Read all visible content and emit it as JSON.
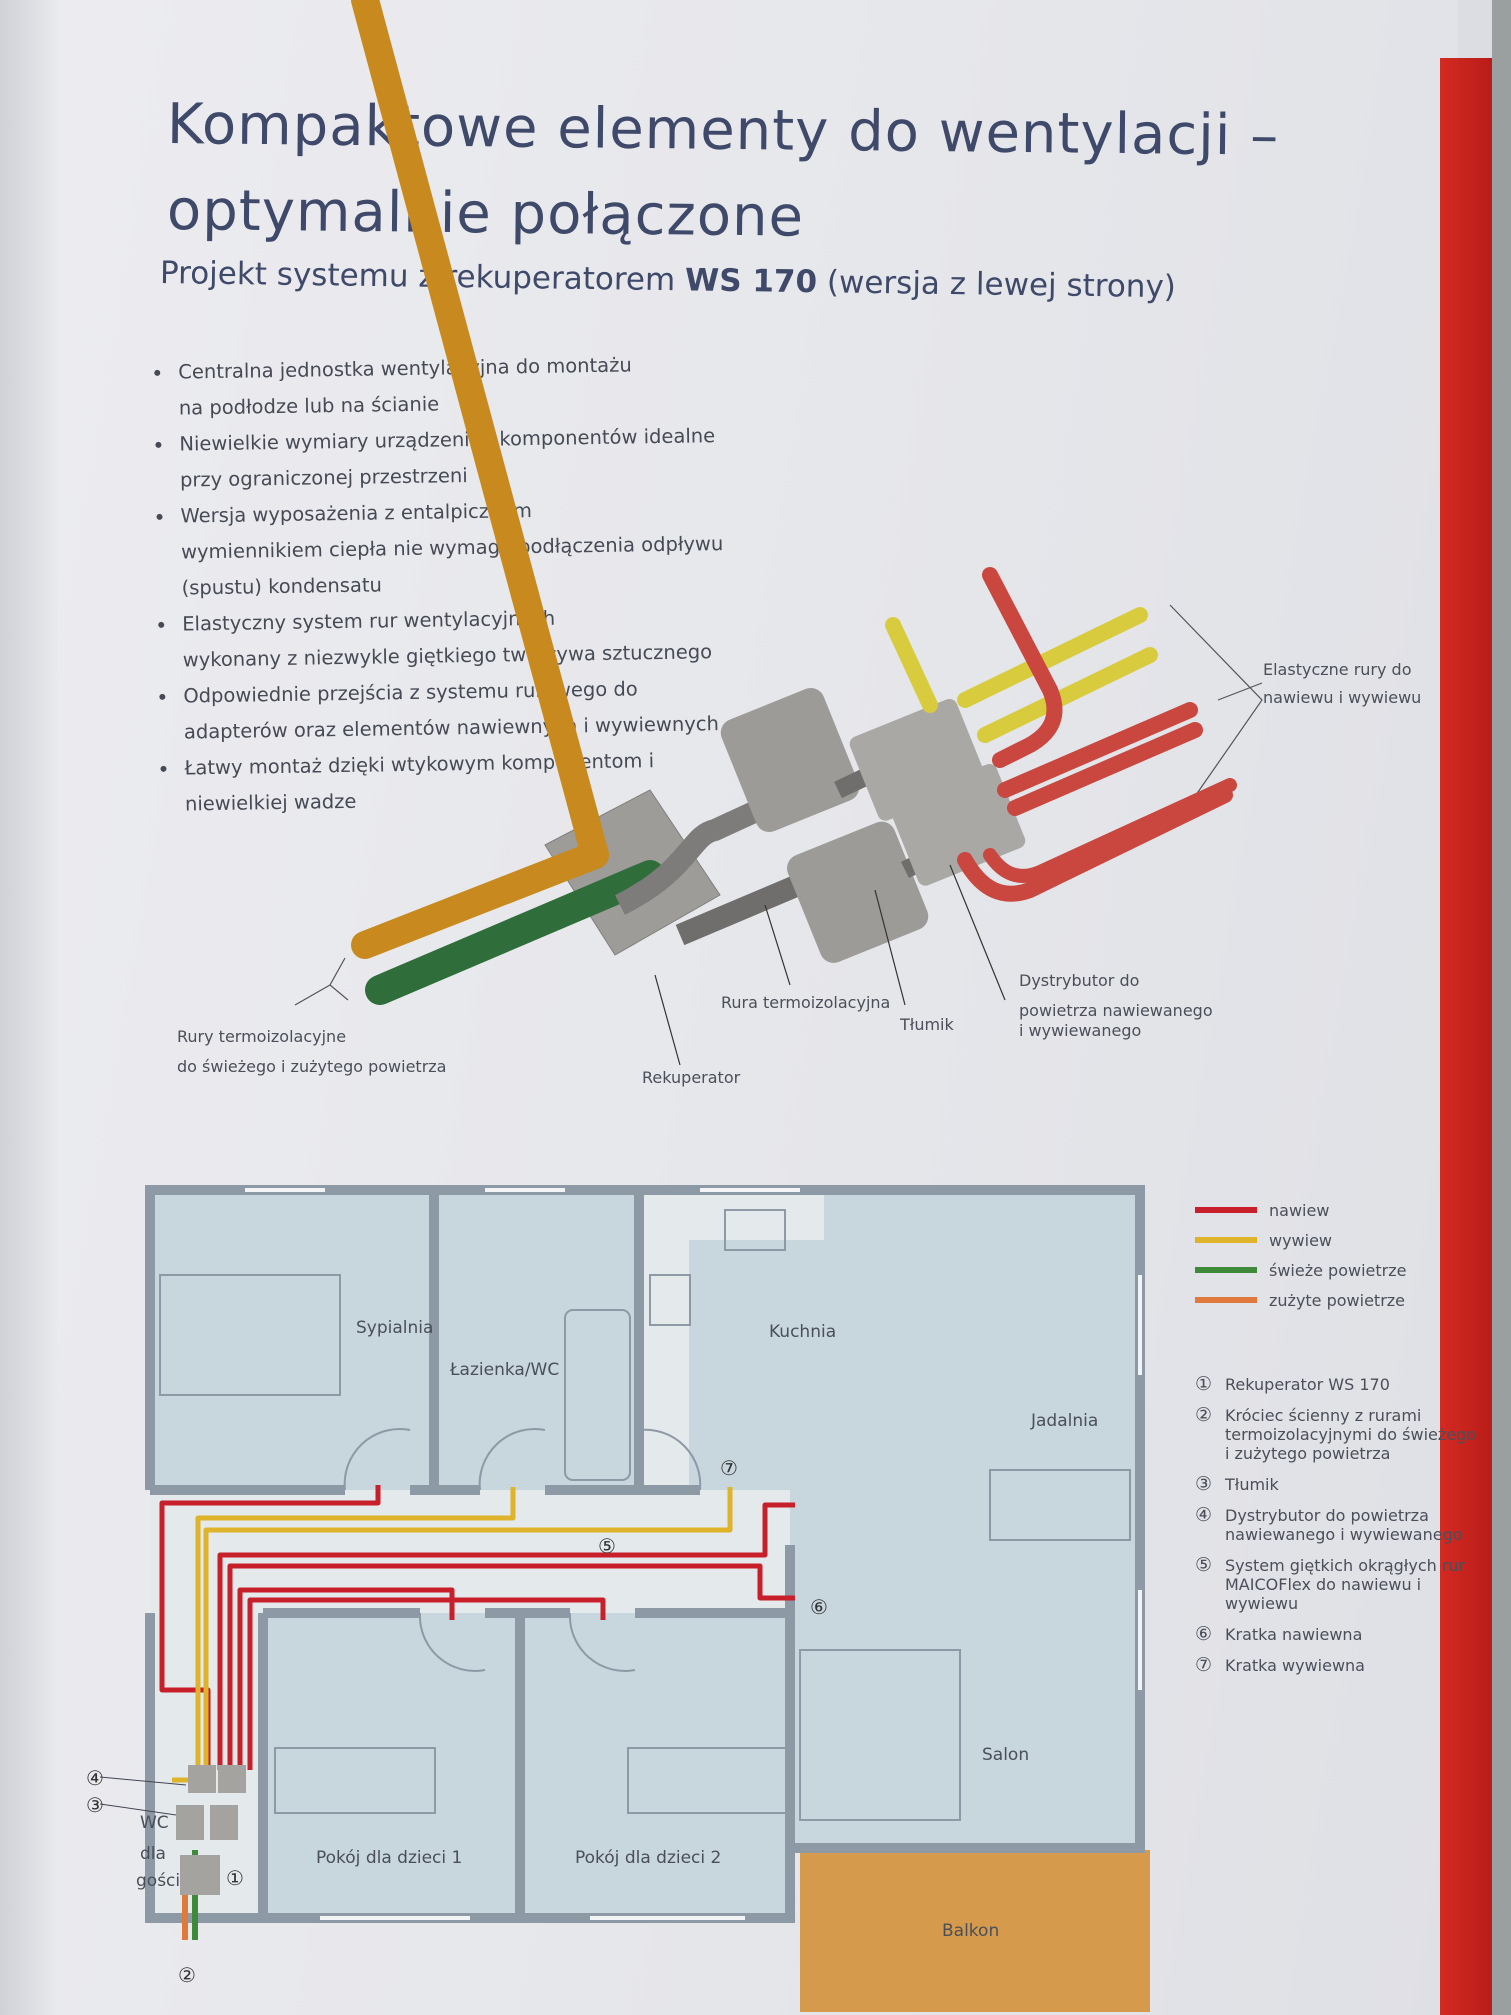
{
  "title": {
    "line1": "Kompaktowe elementy do wentylacji –",
    "line2": "optymalnie połączone"
  },
  "subtitle": {
    "prefix": "Projekt systemu z rekuperatorem ",
    "model": "WS 170",
    "suffix": " (wersja z lewej strony)"
  },
  "bullets": [
    {
      "lines": [
        "Centralna jednostka wentylacyjna do montażu",
        "na podłodze lub na ścianie"
      ]
    },
    {
      "lines": [
        "Niewielkie wymiary urządzenia i komponentów idealne",
        "przy ograniczonej przestrzeni"
      ]
    },
    {
      "lines": [
        "Wersja wyposażenia z entalpicznym",
        "wymiennikiem ciepła nie wymaga podłączenia odpływu",
        "(spustu) kondensatu"
      ]
    },
    {
      "lines": [
        "Elastyczny system rur wentylacyjnych",
        "wykonany z niezwykle giętkiego tworzywa sztucznego"
      ]
    },
    {
      "lines": [
        "Odpowiednie przejścia z systemu rurowego do",
        "adapterów oraz elementów nawiewnych i wywiewnych"
      ]
    },
    {
      "lines": [
        "Łatwy montaż dzięki wtykowym komponentom i",
        "niewielkiej wadze"
      ]
    }
  ],
  "diagram_labels": {
    "elastic_pipes": [
      "Elastyczne rury do",
      "nawiewu i wywiewu"
    ],
    "insulated_pipes": [
      "Rury termoizolacyjne",
      "do świeżego i zużytego powietrza"
    ],
    "recuperator": "Rekuperator",
    "insulated_pipe": "Rura termoizolacyjna",
    "silencer": "Tłumik",
    "distributor": [
      "Dystrybutor do",
      "powietrza nawiewanego",
      "i wywiewanego"
    ]
  },
  "floorplan": {
    "rooms": {
      "bedroom": "Sypialnia",
      "bathroom": "Łazienka/WC",
      "kitchen": "Kuchnia",
      "dining": "Jadalnia",
      "living": "Salon",
      "kids1": "Pokój dla dzieci 1",
      "kids2": "Pokój dla dzieci 2",
      "balcony": "Balkon",
      "wc": [
        "WC",
        "dla",
        "gości"
      ]
    },
    "markers": {
      "m1": "①",
      "m2": "②",
      "m3": "③",
      "m4": "④",
      "m5": "⑤",
      "m6": "⑥",
      "m7": "⑦"
    }
  },
  "legend": [
    {
      "label": "nawiew",
      "color": "#c8202a"
    },
    {
      "label": "wywiew",
      "color": "#e0b42a"
    },
    {
      "label": "świeże powietrze",
      "color": "#3f8a3a"
    },
    {
      "label": "zużyte powietrze",
      "color": "#e07a3c"
    }
  ],
  "components": [
    {
      "num": "①",
      "text": "Rekuperator WS 170"
    },
    {
      "num": "②",
      "text": "Króciec ścienny z rurami termoizolacyjnymi do świeżego i zużytego powietrza"
    },
    {
      "num": "③",
      "text": "Tłumik"
    },
    {
      "num": "④",
      "text": "Dystrybutor do powietrza nawiewanego i wywiewanego"
    },
    {
      "num": "⑤",
      "text": "System giętkich okrągłych rur MAICOFlex do nawiewu i wywiewu"
    },
    {
      "num": "⑥",
      "text": "Kratka nawiewna"
    },
    {
      "num": "⑦",
      "text": "Kratka wywiewna"
    }
  ]
}
